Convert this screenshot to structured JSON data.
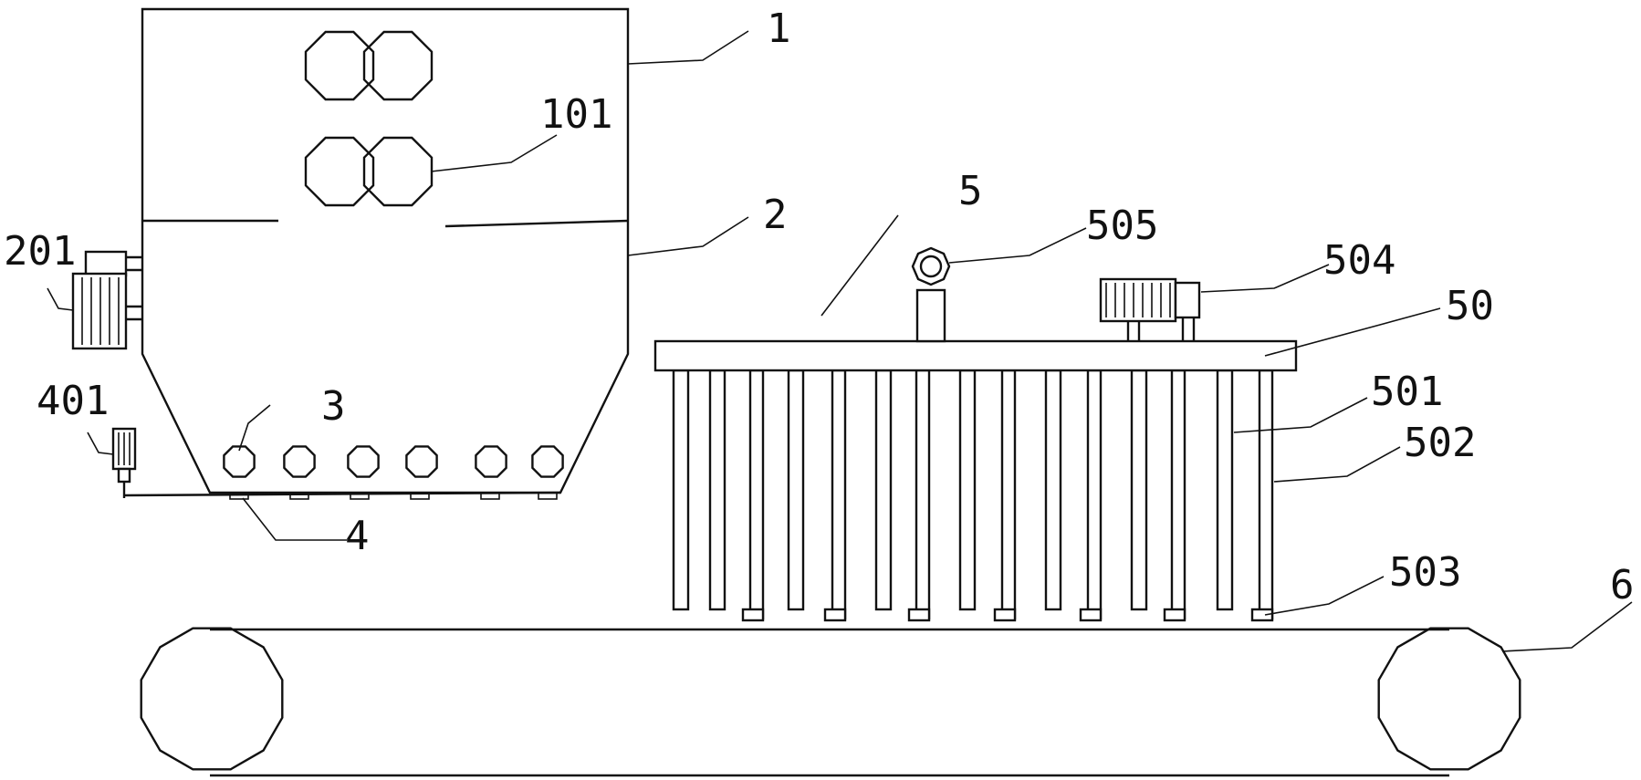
{
  "labels": {
    "hopper": "1",
    "crusher_rollers": "101",
    "lower_chamber": "2",
    "hopper_motor": "201",
    "discharge_rollers": "3",
    "gate_motor": "401",
    "discharge_gates": "4",
    "press_unit": "5",
    "press_plate": "50",
    "rod": "501",
    "sleeve": "502",
    "foot": "503",
    "press_motor": "504",
    "pulley": "505",
    "conveyor": "6"
  },
  "colors": {
    "stroke": "#111111",
    "background": "#ffffff"
  }
}
